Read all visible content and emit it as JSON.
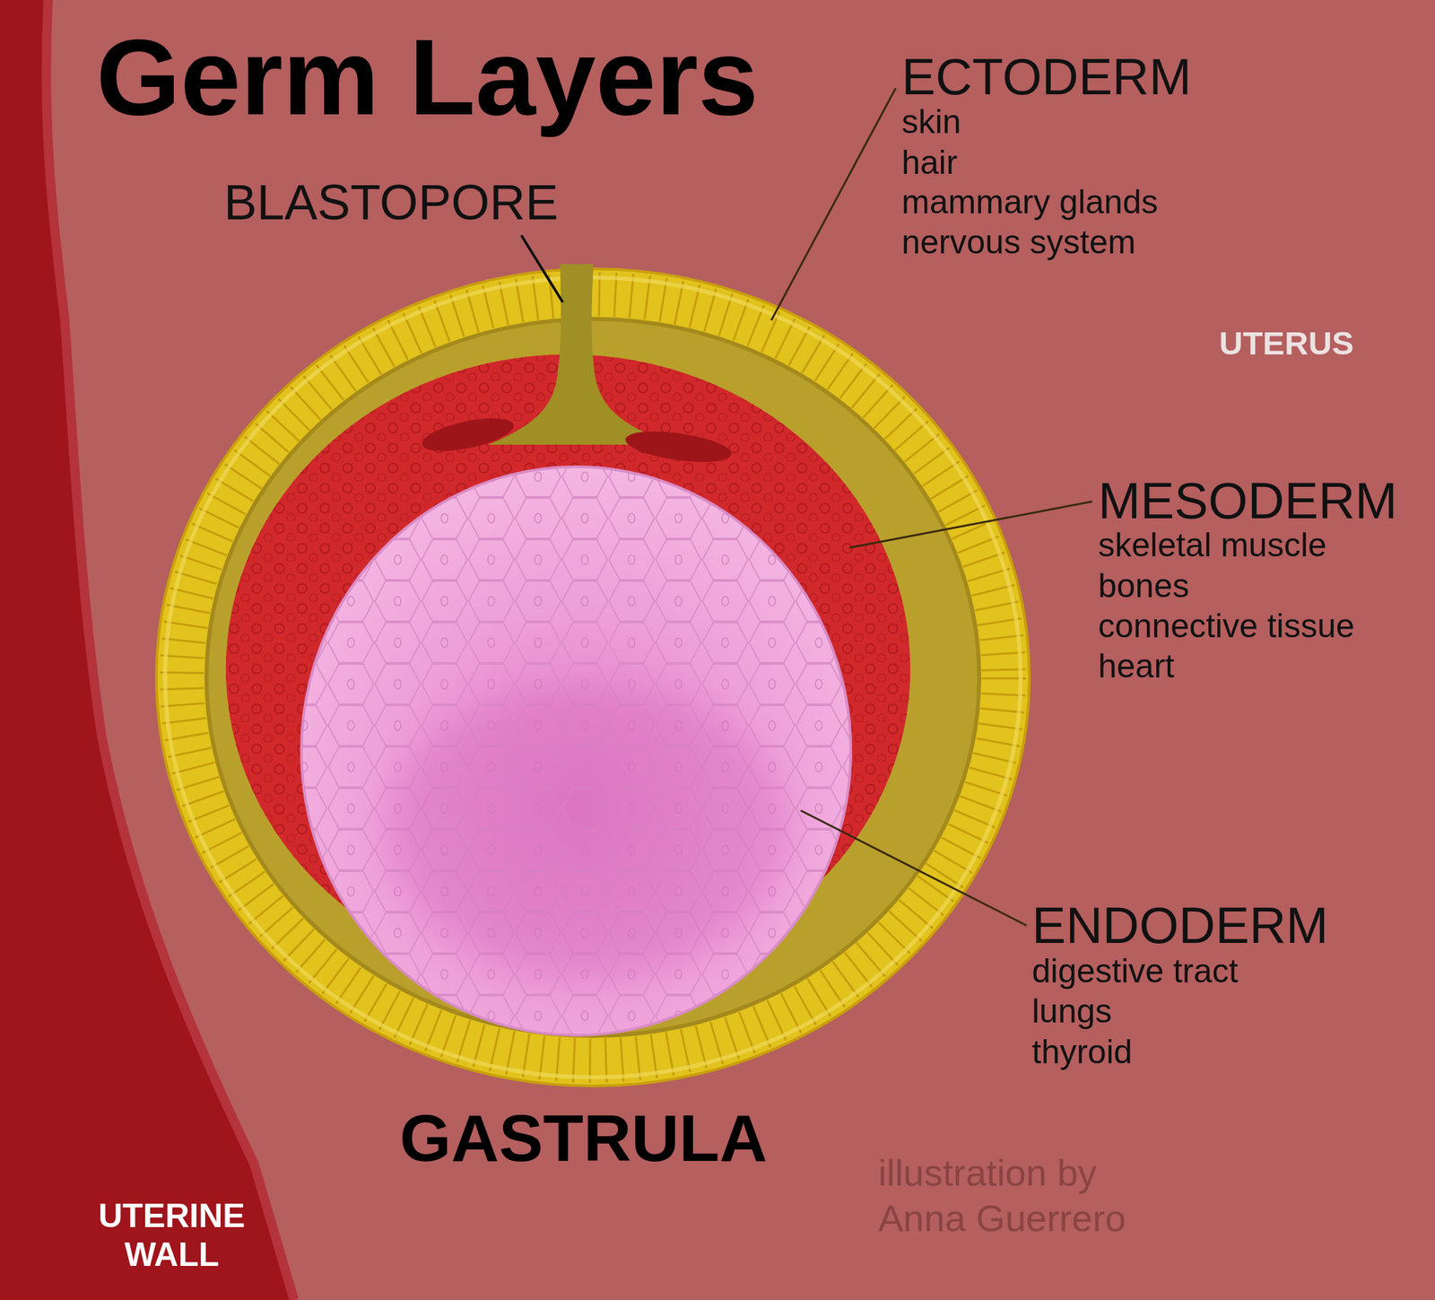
{
  "diagram": {
    "title": "Germ Layers",
    "caption": "GASTRULA",
    "labels": [
      "BLASTOPORE",
      "ECTODERM",
      "skin",
      "hair",
      "mammary glands",
      "nervous system",
      "UTERUS",
      "MESODERM",
      "skeletal muscle",
      "bones",
      "connective tissue",
      "heart",
      "ENDODERM",
      "digestive tract",
      "lungs",
      "thyroid",
      "illustration by Anna Guerrero",
      "UTERINE WALL"
    ]
  }
}
